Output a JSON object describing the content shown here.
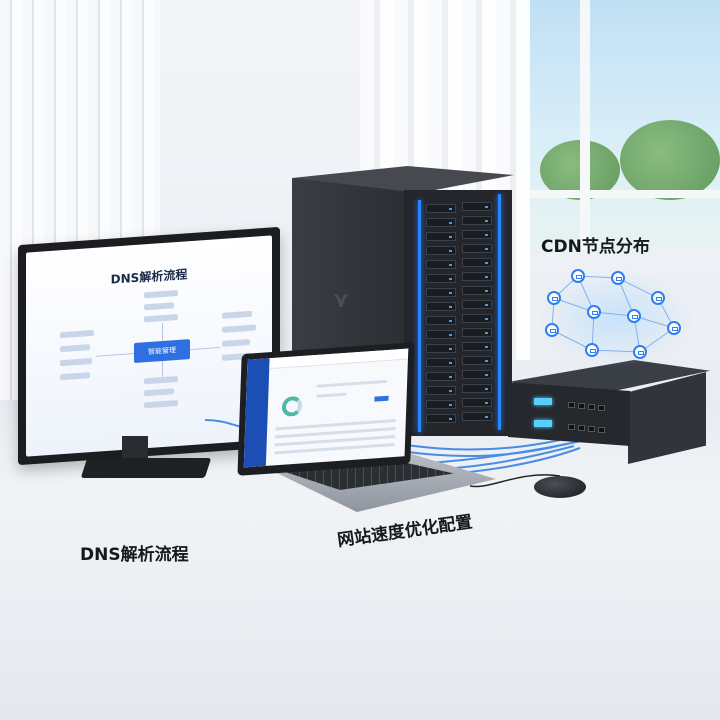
{
  "scene": {
    "monitor_title": "DNS解析流程",
    "monitor_center_node": "智能管理",
    "labels": {
      "cdn": "CDN节点分布",
      "dns": "DNS解析流程",
      "speed": "网站速度优化配置"
    }
  },
  "colors": {
    "accent_blue": "#2f6fe0",
    "led_blue": "#2a86ff",
    "node_blue": "#2f7ff0"
  }
}
